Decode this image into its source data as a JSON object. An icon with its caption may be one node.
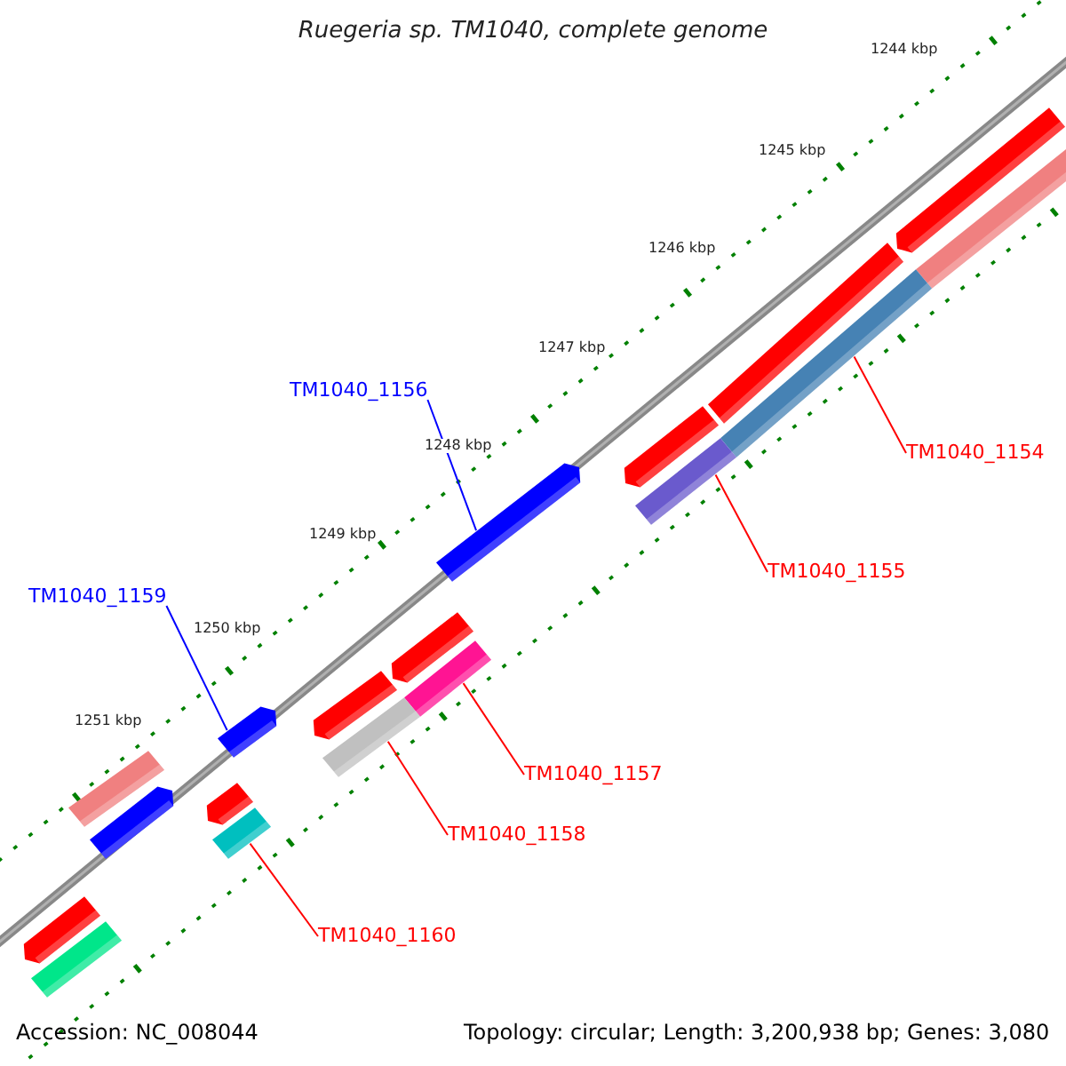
{
  "diagram": {
    "title": "Ruegeria sp. TM1040, complete genome",
    "nodes": [
      {
        "text": [
          "TM1040_1156"
        ]
      },
      {
        "text": [
          "TM1040_1154"
        ]
      },
      {
        "text": [
          "TM1040_1155"
        ]
      },
      {
        "text": [
          "TM1040_1159"
        ]
      },
      {
        "text": [
          "TM1040_1157"
        ]
      },
      {
        "text": [
          "TM1040_1158"
        ]
      },
      {
        "text": [
          "TM1040_1160"
        ]
      },
      {
        "text": [],
        "shape": "bar"
      },
      {
        "text": [],
        "shape": "bar"
      },
      {
        "text": [],
        "shape": "bar"
      },
      {
        "text": [],
        "shape": "bar"
      },
      {
        "text": [],
        "shape": "bar"
      },
      {
        "text": [],
        "shape": "bar"
      },
      {
        "text": [],
        "shape": "bar"
      }
    ],
    "edges": [
      {
        "from": 0,
        "to": 7,
        "arrow": "none",
        "color": "#0000ff"
      },
      {
        "from": 1,
        "to": 8,
        "arrow": "none"
      },
      {
        "from": 2,
        "to": 9,
        "arrow": "none"
      },
      {
        "from": 3,
        "to": 10,
        "arrow": "none",
        "color": "#0000ff"
      },
      {
        "from": 4,
        "to": 11,
        "arrow": "none"
      },
      {
        "from": 5,
        "to": 12,
        "arrow": "none"
      },
      {
        "from": 6,
        "to": 13,
        "arrow": "none"
      }
    ],
    "labels": [
      "1244 kbp",
      "1245 kbp",
      "1246 kbp",
      "1247 kbp",
      "1248 kbp",
      "1249 kbp",
      "1250 kbp",
      "1251 kbp",
      "Accession: NC_008044",
      "Topology: circular; Length: 3,200,938 bp; Genes: 3,080"
    ]
  }
}
